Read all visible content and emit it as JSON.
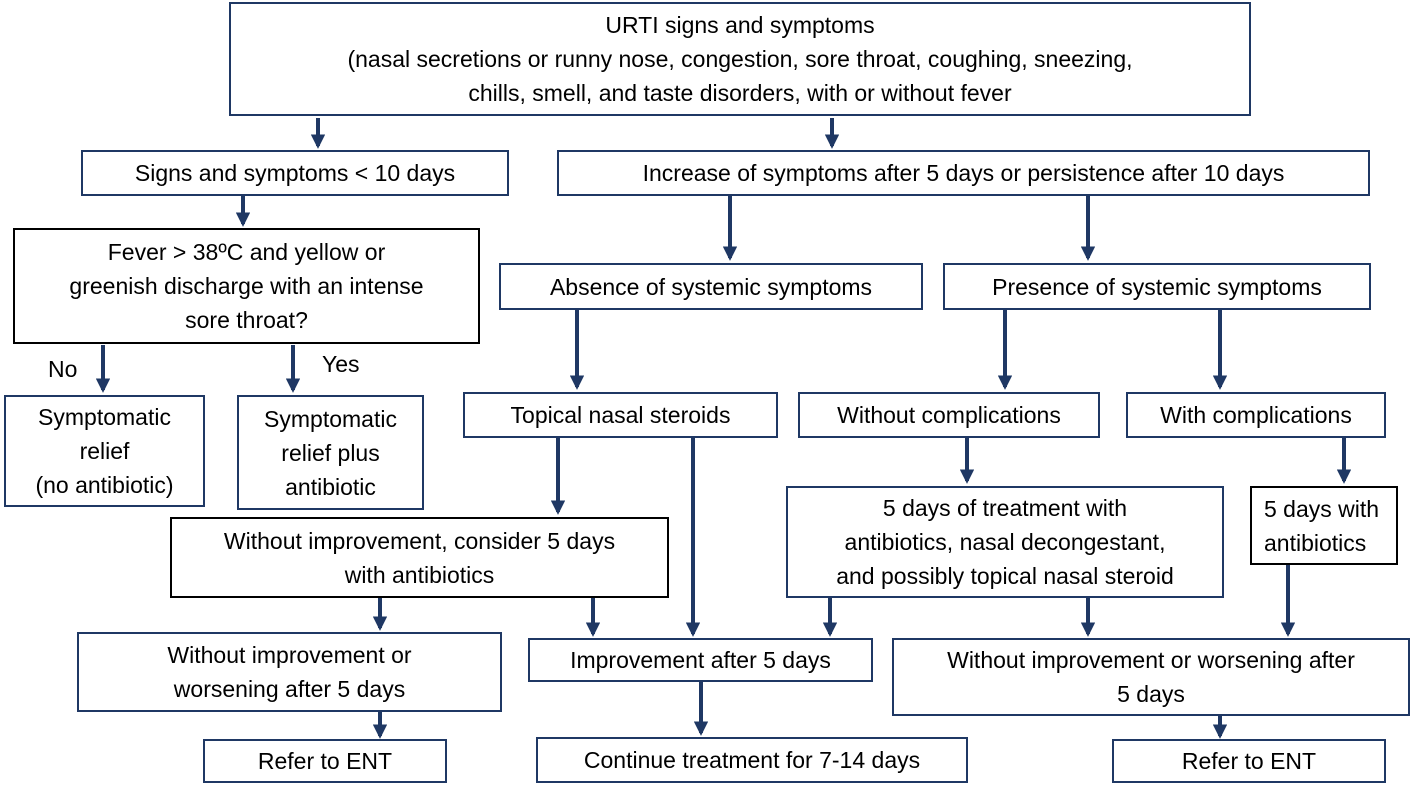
{
  "nodes": {
    "urti": {
      "lines": [
        "URTI signs and symptoms",
        "(nasal secretions or runny nose, congestion, sore throat, coughing, sneezing,",
        "chills, smell, and taste disorders, with or without fever"
      ]
    },
    "lt10": {
      "lines": [
        "Signs and symptoms < 10 days"
      ]
    },
    "increase": {
      "lines": [
        "Increase of symptoms after 5 days or persistence after 10 days"
      ]
    },
    "fever": {
      "lines": [
        "Fever > 38ºC and yellow or",
        "greenish discharge with an intense",
        "sore throat?"
      ]
    },
    "absence": {
      "lines": [
        "Absence of systemic symptoms"
      ]
    },
    "presence": {
      "lines": [
        "Presence of systemic symptoms"
      ]
    },
    "relief_no": {
      "lines": [
        "Symptomatic",
        "relief",
        "(no antibiotic)"
      ]
    },
    "relief_yes": {
      "lines": [
        "Symptomatic",
        "relief plus",
        "antibiotic"
      ]
    },
    "topical": {
      "lines": [
        "Topical nasal steroids"
      ]
    },
    "without_comp": {
      "lines": [
        "Without complications"
      ]
    },
    "with_comp": {
      "lines": [
        "With complications"
      ]
    },
    "five_treat": {
      "lines": [
        "5 days of treatment with",
        "antibiotics, nasal decongestant,",
        "and possibly topical nasal steroid"
      ]
    },
    "five_abx": {
      "lines": [
        "5 days with",
        "antibiotics"
      ]
    },
    "without_impr": {
      "lines": [
        "Without improvement, consider 5 days",
        "with antibiotics"
      ]
    },
    "worse_left": {
      "lines": [
        "Without improvement or",
        "worsening after 5 days"
      ]
    },
    "improvement": {
      "lines": [
        "Improvement after 5 days"
      ]
    },
    "worse_right": {
      "lines": [
        "Without improvement or worsening after",
        "5 days"
      ]
    },
    "ent_left": {
      "lines": [
        "Refer to ENT"
      ]
    },
    "continue": {
      "lines": [
        "Continue treatment for 7-14 days"
      ]
    },
    "ent_right": {
      "lines": [
        "Refer to ENT"
      ]
    }
  },
  "labels": {
    "no": "No",
    "yes": "Yes"
  },
  "colors": {
    "navy": "#1F3864",
    "black": "#000000"
  }
}
